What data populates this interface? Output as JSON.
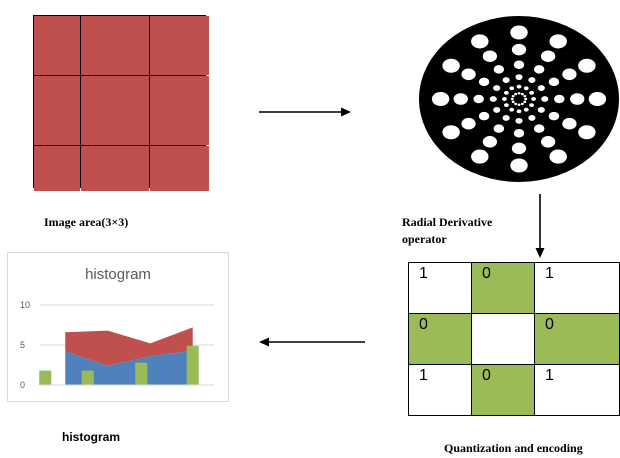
{
  "image_area": {
    "caption": "Image area(3×3)",
    "cell_color": "#c0504d"
  },
  "radial_operator": {
    "caption_line1": "Radial Derivative",
    "caption_line2": "operator"
  },
  "quantization": {
    "caption": "Quantization and encoding",
    "green_color": "#9bbb59",
    "cells": [
      {
        "text": "1",
        "green": false
      },
      {
        "text": "0",
        "green": true
      },
      {
        "text": "1",
        "green": false
      },
      {
        "text": "0",
        "green": true
      },
      {
        "text": "",
        "green": false
      },
      {
        "text": "0",
        "green": true
      },
      {
        "text": "1",
        "green": false
      },
      {
        "text": "0",
        "green": true
      },
      {
        "text": "1",
        "green": false
      }
    ]
  },
  "histogram": {
    "caption": "histogram"
  },
  "chart_data": {
    "type": "area",
    "title": "histogram",
    "ylim": [
      0,
      10
    ],
    "yticks": [
      "10",
      "5",
      "0"
    ],
    "grid": true,
    "series": [
      {
        "color": "#4f81bd",
        "values": [
          4.2,
          2.4,
          3.6,
          4.3
        ]
      },
      {
        "color": "#c0504d",
        "values": [
          6.6,
          6.8,
          5.2,
          7.2
        ]
      },
      {
        "color": "#9bbb59",
        "values": [
          1.8,
          1.8,
          2.8,
          4.9
        ]
      }
    ]
  }
}
